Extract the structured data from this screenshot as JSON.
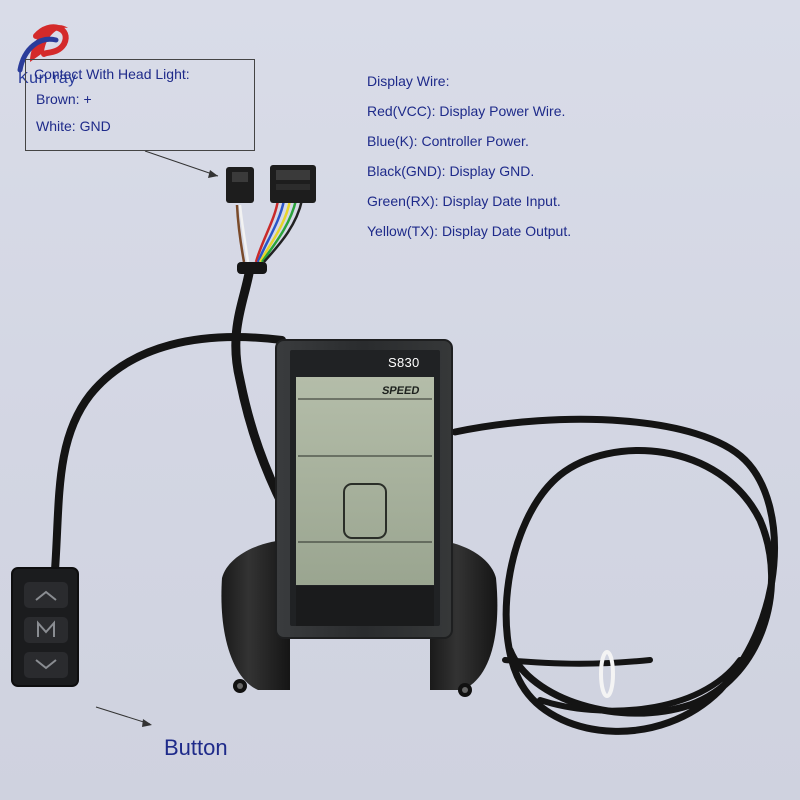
{
  "logo": {
    "text": "Kun ray",
    "colors": {
      "red": "#d42a2a",
      "blue": "#2a3c9a"
    }
  },
  "headlight_box": {
    "title": "Contect With Head Light:",
    "lines": [
      "Brown: +",
      "White: GND"
    ]
  },
  "display_wire": {
    "title": "Display Wire:",
    "items": [
      "Red(VCC): Display Power Wire.",
      "Blue(K): Controller Power.",
      "Black(GND): Display GND.",
      "Green(RX): Display Date Input.",
      "Yellow(TX): Display Date Output."
    ]
  },
  "device": {
    "model": "S830",
    "speed_label": "SPEED",
    "lcd_color": "#a7b19c",
    "body_color": "#2d2f31"
  },
  "button_caption": "Button",
  "text_color": "#1e2a8a"
}
